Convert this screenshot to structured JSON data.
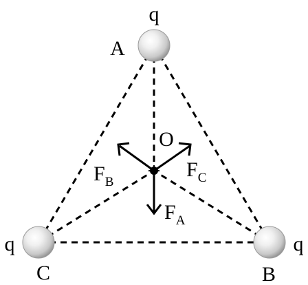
{
  "charges": {
    "A": {
      "vertex": "A",
      "charge": "q"
    },
    "B": {
      "vertex": "B",
      "charge": "q"
    },
    "C": {
      "vertex": "C",
      "charge": "q"
    }
  },
  "center": {
    "label": "O"
  },
  "forces": {
    "FA": {
      "symbol": "F",
      "subscript": "A"
    },
    "FB": {
      "symbol": "F",
      "subscript": "B"
    },
    "FC": {
      "symbol": "F",
      "subscript": "C"
    }
  },
  "colors": {
    "line": "#000000",
    "sphere_light": "#ffffff",
    "sphere_mid": "#d8d8d8",
    "sphere_dark": "#8c8c8c",
    "background": "#ffffff"
  }
}
